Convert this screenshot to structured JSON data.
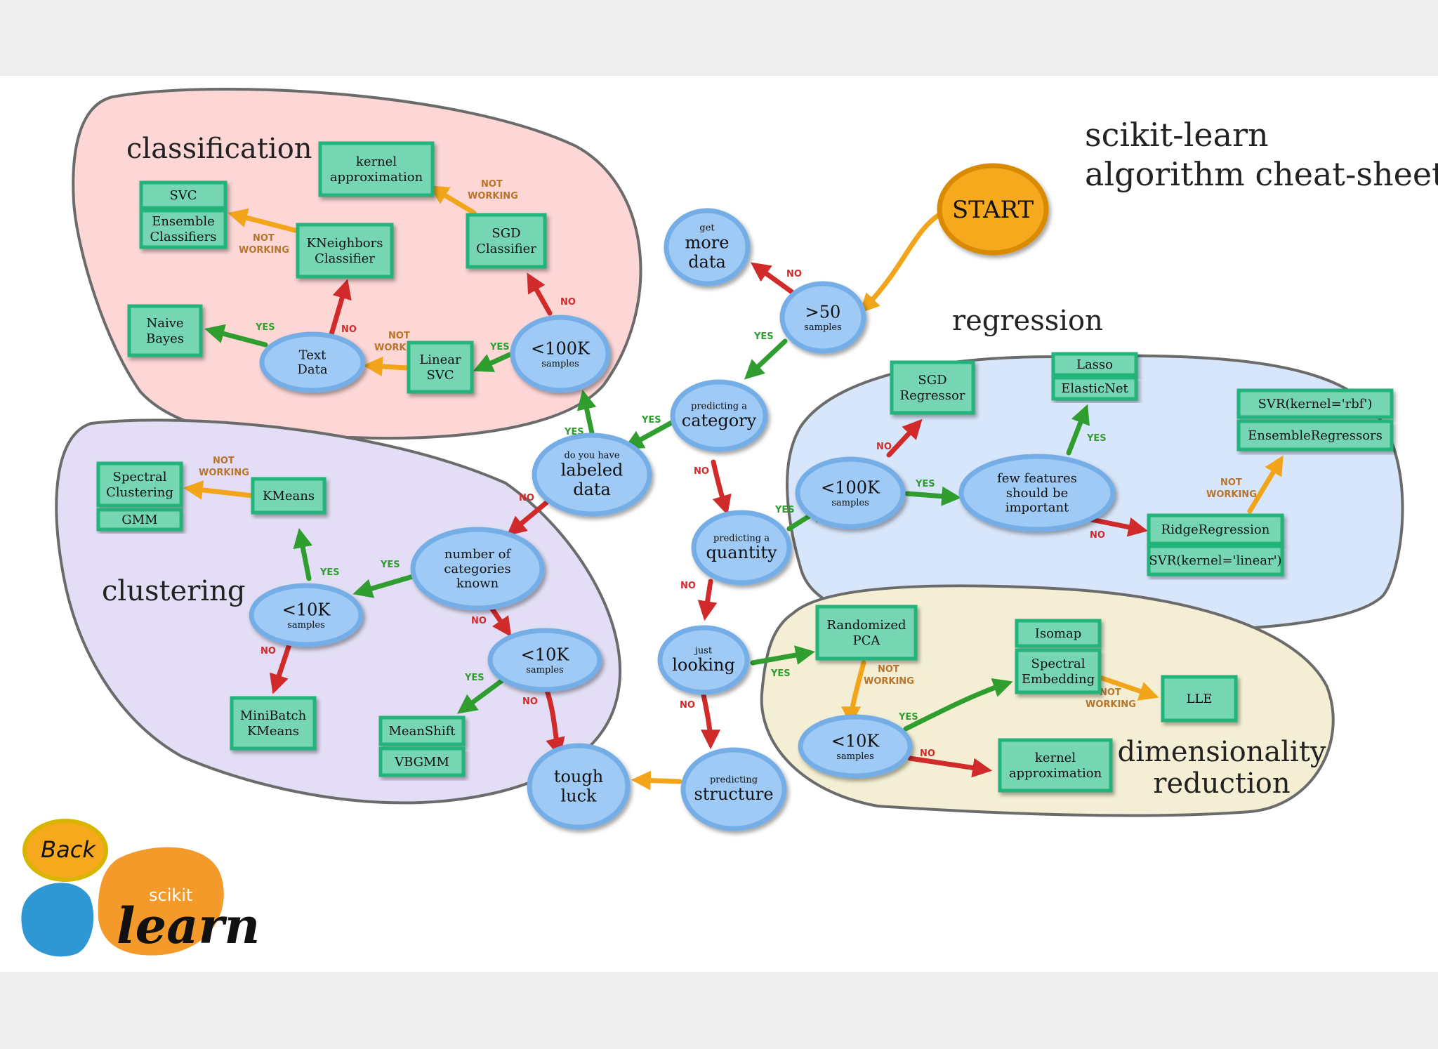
{
  "title": [
    "scikit-learn",
    "algorithm cheat-sheet"
  ],
  "start": "START",
  "back": "Back",
  "logo": {
    "small": "scikit",
    "big": "learn"
  },
  "edge_labels": {
    "yes": "YES",
    "no": "NO",
    "not": "NOT",
    "working": "WORKING"
  },
  "regions": [
    {
      "id": "classification",
      "label": "classification",
      "fill": "#fdd6d6"
    },
    {
      "id": "clustering",
      "label": "clustering",
      "fill": "#e3def5"
    },
    {
      "id": "regression",
      "label": "regression",
      "fill": "#d8e6fb"
    },
    {
      "id": "dimred",
      "label": [
        "dimensionality",
        "reduction"
      ],
      "fill": "#f4efd4"
    }
  ],
  "colors": {
    "yes": "#2f9e2f",
    "no": "#d02a2a",
    "not_working": "#f2a51a",
    "ellipse_fill": "#9ecaf5",
    "ellipse_stroke": "#74aee6",
    "box_fill": "#76d6b4",
    "box_stroke": "#22b47a",
    "start_fill": "#f6a91c",
    "start_stroke": "#d98a00",
    "region_stroke": "#6b6b6b"
  },
  "nodes": {
    "get_more_data": [
      "get",
      "more",
      "data"
    ],
    "gt50": [
      ">50",
      "samples"
    ],
    "predicting_category": [
      "predicting a",
      "category"
    ],
    "labeled_data": [
      "do you have",
      "labeled",
      "data"
    ],
    "lt100k_cls": [
      "<100K",
      "samples"
    ],
    "text_data": [
      "Text",
      "Data"
    ],
    "num_categories": [
      "number of",
      "categories",
      "known"
    ],
    "lt10k_clu": [
      "<10K",
      "samples"
    ],
    "lt10k_clu2": [
      "<10K",
      "samples"
    ],
    "tough_luck": [
      "tough",
      "luck"
    ],
    "predicting_structure": [
      "predicting",
      "structure"
    ],
    "predicting_quantity": [
      "predicting a",
      "quantity"
    ],
    "just_looking": [
      "just",
      "looking"
    ],
    "lt100k_reg": [
      "<100K",
      "samples"
    ],
    "few_features": [
      "few features",
      "should be",
      "important"
    ],
    "lt10k_dim": [
      "<10K",
      "samples"
    ]
  },
  "boxes": {
    "kernel_approx_cls": [
      "kernel",
      "approximation"
    ],
    "svc": [
      "SVC"
    ],
    "ensemble_classifiers": [
      "Ensemble",
      "Classifiers"
    ],
    "kneighbors": [
      "KNeighbors",
      "Classifier"
    ],
    "sgd_classifier": [
      "SGD",
      "Classifier"
    ],
    "naive_bayes": [
      "Naive",
      "Bayes"
    ],
    "linear_svc": [
      "Linear",
      "SVC"
    ],
    "spectral_clustering": [
      "Spectral",
      "Clustering"
    ],
    "gmm": [
      "GMM"
    ],
    "kmeans": [
      "KMeans"
    ],
    "minibatch_kmeans": [
      "MiniBatch",
      "KMeans"
    ],
    "meanshift": [
      "MeanShift"
    ],
    "vbgmm": [
      "VBGMM"
    ],
    "sgd_regressor": [
      "SGD",
      "Regressor"
    ],
    "lasso": [
      "Lasso"
    ],
    "elasticnet": [
      "ElasticNet"
    ],
    "svr_rbf": [
      "SVR(kernel='rbf')"
    ],
    "ensemble_regressors": [
      "EnsembleRegressors"
    ],
    "ridge_regression": [
      "RidgeRegression"
    ],
    "svr_linear": [
      "SVR(kernel='linear')"
    ],
    "randomized_pca": [
      "Randomized",
      "PCA"
    ],
    "isomap": [
      "Isomap"
    ],
    "spectral_embedding": [
      "Spectral",
      "Embedding"
    ],
    "lle": [
      "LLE"
    ],
    "kernel_approx_dim": [
      "kernel",
      "approximation"
    ]
  }
}
